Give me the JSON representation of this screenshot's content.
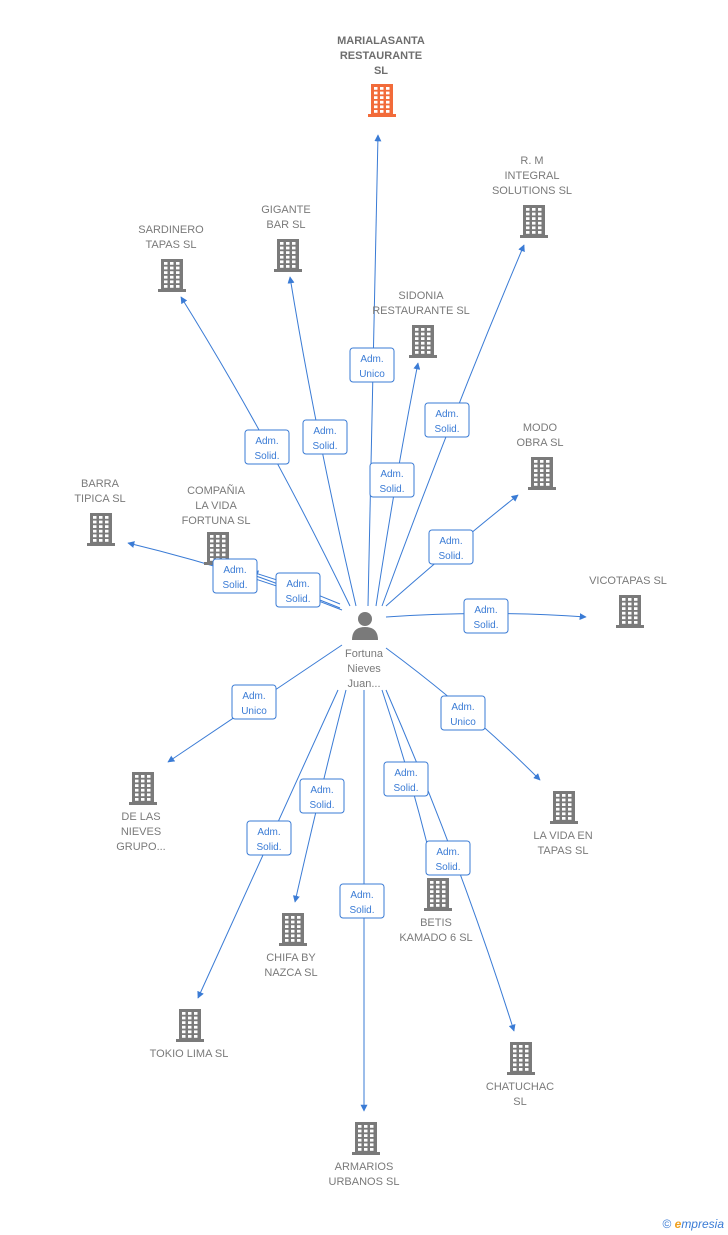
{
  "colors": {
    "edge": "#3a7bd5",
    "building": "#7a7a7a",
    "highlight": "#f26b3a",
    "person": "#7a7a7a",
    "label": "#7a7a7a"
  },
  "center": {
    "name_lines": [
      "Fortuna",
      "Nieves",
      "Juan..."
    ],
    "icon": "person-icon"
  },
  "companies": [
    {
      "id": "marialasanta",
      "lines": [
        "MARIALASANTA",
        "RESTAURANTE",
        "SL"
      ],
      "highlight": true
    },
    {
      "id": "rm-integral",
      "lines": [
        "R.  M",
        "INTEGRAL",
        "SOLUTIONS  SL"
      ]
    },
    {
      "id": "gigante-bar",
      "lines": [
        "GIGANTE",
        "BAR  SL"
      ]
    },
    {
      "id": "sardinero",
      "lines": [
        "SARDINERO",
        "TAPAS  SL"
      ]
    },
    {
      "id": "sidonia",
      "lines": [
        "SIDONIA",
        "RESTAURANTE SL"
      ]
    },
    {
      "id": "modo-obra",
      "lines": [
        "MODO",
        "OBRA  SL"
      ]
    },
    {
      "id": "barra-tipica",
      "lines": [
        "BARRA",
        "TIPICA  SL"
      ]
    },
    {
      "id": "compania-vida",
      "lines": [
        "COMPAÑIA",
        "LA VIDA",
        "FORTUNA  SL"
      ]
    },
    {
      "id": "vicotapas",
      "lines": [
        "VICOTAPAS  SL"
      ]
    },
    {
      "id": "de-las-nieves",
      "lines": [
        "DE LAS",
        "NIEVES",
        "GRUPO..."
      ]
    },
    {
      "id": "la-vida-tapas",
      "lines": [
        "LA VIDA EN",
        "TAPAS  SL"
      ]
    },
    {
      "id": "betis-kamado",
      "lines": [
        "BETIS",
        "KAMADO 6  SL"
      ]
    },
    {
      "id": "chifa-nazca",
      "lines": [
        "CHIFA BY",
        "NAZCA  SL"
      ]
    },
    {
      "id": "tokio-lima",
      "lines": [
        "TOKIO LIMA  SL"
      ]
    },
    {
      "id": "chatuchac",
      "lines": [
        "CHATUCHAC",
        "SL"
      ]
    },
    {
      "id": "armarios",
      "lines": [
        "ARMARIOS",
        "URBANOS  SL"
      ]
    }
  ],
  "edges": [
    {
      "to": "marialasanta",
      "lines": [
        "Adm.",
        "Unico"
      ]
    },
    {
      "to": "rm-integral",
      "lines": [
        "Adm.",
        "Solid."
      ]
    },
    {
      "to": "gigante-bar",
      "lines": [
        "Adm.",
        "Solid."
      ]
    },
    {
      "to": "sardinero",
      "lines": [
        "Adm.",
        "Solid."
      ]
    },
    {
      "to": "sidonia",
      "lines": [
        "Adm.",
        "Solid."
      ]
    },
    {
      "to": "modo-obra",
      "lines": [
        "Adm.",
        "Solid."
      ]
    },
    {
      "to": "barra-tipica",
      "lines": [
        "Adm.",
        "Solid."
      ]
    },
    {
      "to": "compania-vida",
      "lines": [
        "Adm.",
        "Solid."
      ]
    },
    {
      "to": "vicotapas",
      "lines": [
        "Adm.",
        "Solid."
      ]
    },
    {
      "to": "de-las-nieves",
      "lines": [
        "Adm.",
        "Unico"
      ]
    },
    {
      "to": "la-vida-tapas",
      "lines": [
        "Adm.",
        "Unico"
      ]
    },
    {
      "to": "betis-kamado",
      "lines": [
        "Adm.",
        "Solid."
      ]
    },
    {
      "to": "chifa-nazca",
      "lines": [
        "Adm.",
        "Solid."
      ]
    },
    {
      "to": "tokio-lima",
      "lines": [
        "Adm.",
        "Solid."
      ]
    },
    {
      "to": "chatuchac",
      "lines": [
        "Adm.",
        "Solid."
      ]
    },
    {
      "to": "armarios",
      "lines": [
        "Adm.",
        "Solid."
      ]
    }
  ],
  "footer": {
    "copyright": "©",
    "brand_initial": "e",
    "brand_rest": "mpresia"
  }
}
